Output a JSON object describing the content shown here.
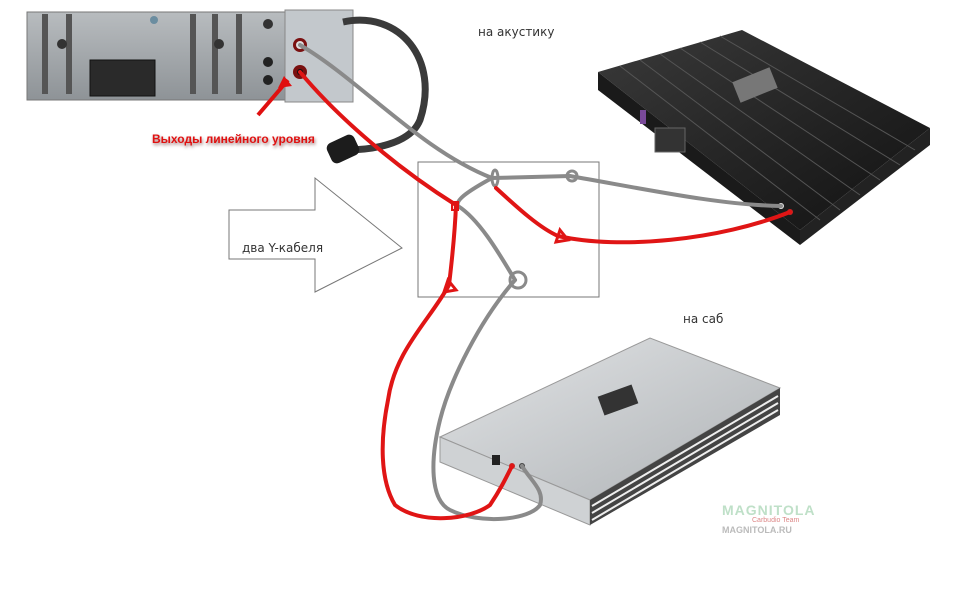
{
  "diagram": {
    "title": "Head unit line output to two amplifiers via two Y-cables",
    "labels": {
      "line_outputs": "Выходы линейного уровня",
      "to_speakers": "на акустику",
      "to_sub": "на саб",
      "y_cables": "два Y-кабеля"
    },
    "watermark": {
      "logo": "MAGNITOLA",
      "subtitle": "Carbudio Team",
      "site": "MAGNITOLA.RU"
    },
    "components": [
      {
        "id": "head-unit",
        "name": "Car stereo head unit (rear panel)"
      },
      {
        "id": "amp-speakers",
        "name": "Black 4-channel amplifier"
      },
      {
        "id": "amp-sub",
        "name": "Silver amplifier"
      }
    ],
    "colors": {
      "red_cable": "#e01515",
      "gray_cable": "#8a8a8a",
      "label_red": "#e01010",
      "text": "#333333"
    }
  }
}
